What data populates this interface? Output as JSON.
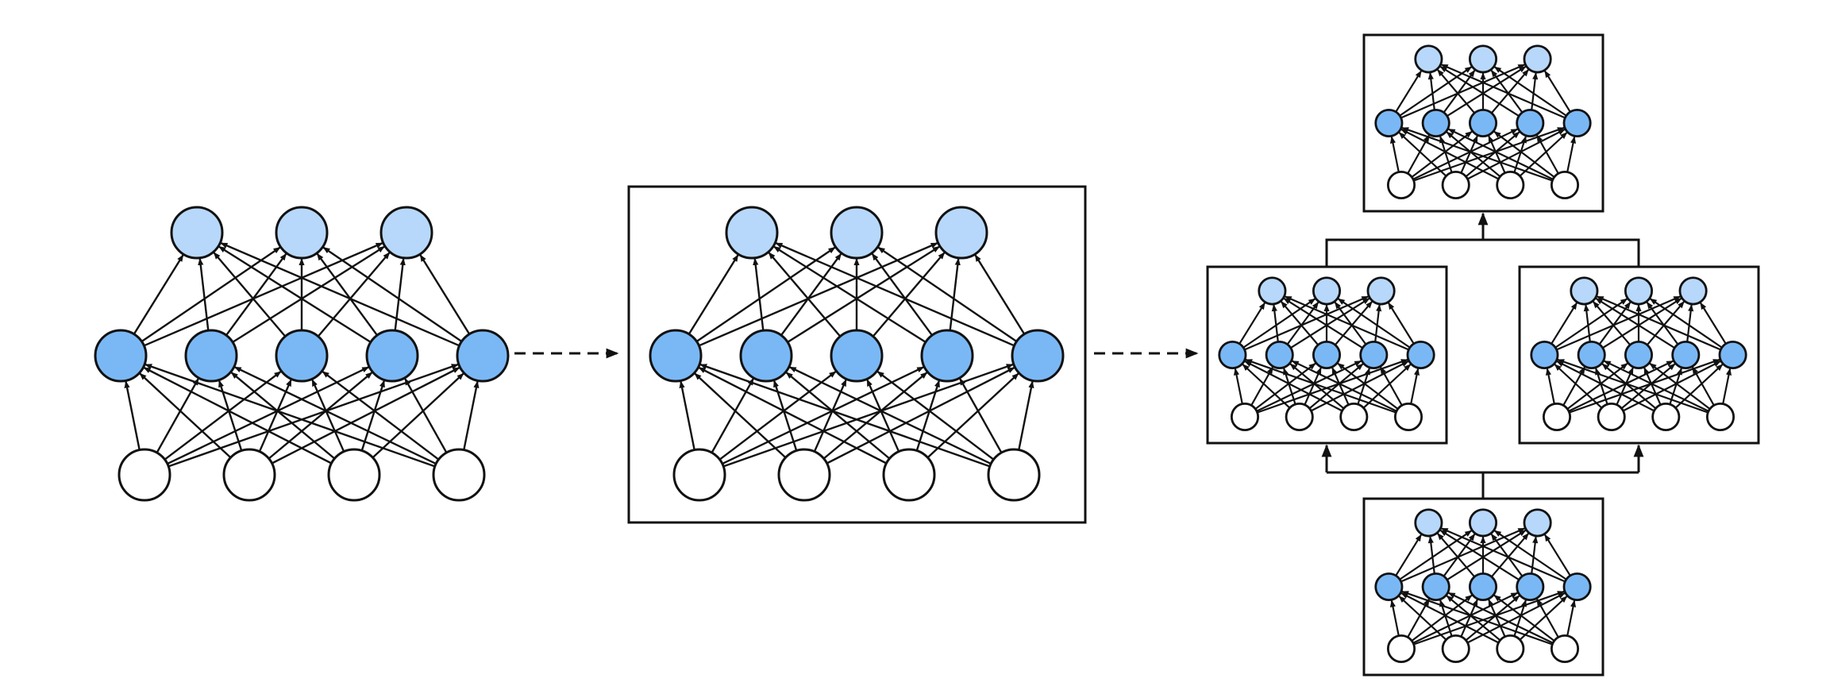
{
  "diagram": {
    "description_visible_text": [],
    "colors": {
      "input": "#ffffff",
      "hidden": "#7ab8f5",
      "output": "#b7d8fa",
      "stroke": "#111111",
      "box": "#111111",
      "background": "#ffffff"
    },
    "network": {
      "layers": [
        {
          "role": "input",
          "count": 4
        },
        {
          "role": "hidden",
          "count": 5
        },
        {
          "role": "output",
          "count": 3
        }
      ],
      "connections": "fully-connected"
    },
    "stages": [
      {
        "id": "standalone",
        "blocks": 1,
        "framed": false
      },
      {
        "id": "single-block",
        "blocks": 1,
        "framed": true
      },
      {
        "id": "composed-blocks",
        "blocks": 4,
        "framed": true
      }
    ],
    "transitions": [
      {
        "from": "standalone",
        "to": "single-block",
        "style": "dashed-arrow"
      },
      {
        "from": "single-block",
        "to": "composed-blocks",
        "style": "dashed-arrow"
      }
    ],
    "composition": [
      {
        "from": "bottom",
        "to": [
          "middle-left",
          "middle-right"
        ],
        "style": "split-arrow"
      },
      {
        "from": [
          "middle-left",
          "middle-right"
        ],
        "to": "top",
        "style": "merge-arrow"
      }
    ]
  }
}
